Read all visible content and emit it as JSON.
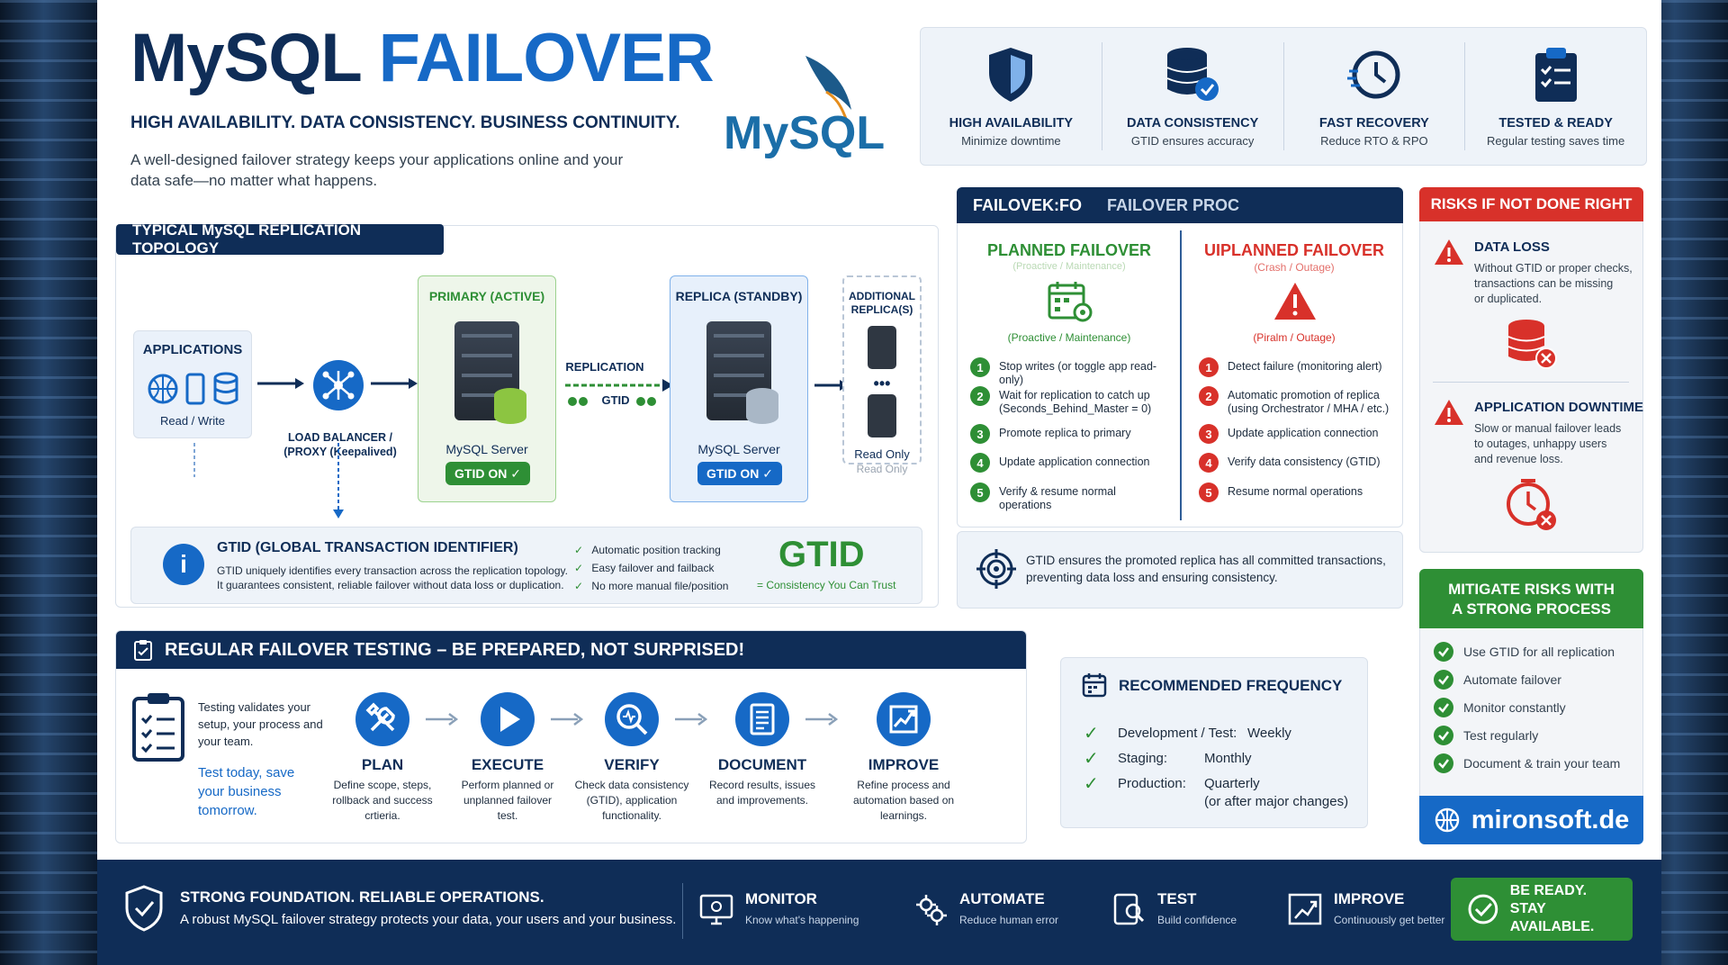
{
  "header": {
    "title_part1": "MySQL",
    "title_part2": "FAILOVER",
    "tagline": "HIGH AVAILABILITY. DATA CONSISTENCY. BUSINESS CONTINUITY.",
    "description_line1": "A well-designed failover strategy keeps your applications online and your",
    "description_line2": "data safe—no matter what happens.",
    "logo_text": "MySQL"
  },
  "benefits": [
    {
      "title": "HIGH AVAILABILITY",
      "subtitle": "Minimize downtime",
      "icon": "shield-icon"
    },
    {
      "title": "DATA CONSISTENCY",
      "subtitle": "GTID ensures accuracy",
      "icon": "database-check-icon"
    },
    {
      "title": "FAST RECOVERY",
      "subtitle": "Reduce RTO & RPO",
      "icon": "clock-icon"
    },
    {
      "title": "TESTED & READY",
      "subtitle": "Regular testing saves time",
      "icon": "clipboard-icon"
    }
  ],
  "topology": {
    "title": "TYPICAL MySQL REPLICATION TOPOLOGY",
    "applications_label": "APPLICATIONS",
    "applications_sub": "Read / Write",
    "lb_label_line1": "LOAD BALANCER /",
    "lb_label_line2": "(PROXY (Keepalived)",
    "primary_label": "PRIMARY (ACTIVE)",
    "primary_server": "MySQL Server",
    "primary_gtid": "GTID ON ✓",
    "replication_label": "REPLICATION",
    "replication_gtid": "GTID",
    "replica_label": "REPLICA (STANDBY)",
    "replica_server": "MySQL Server",
    "replica_gtid": "GTID ON ✓",
    "additional_line1": "ADDITIONAL",
    "additional_line2": "REPLICA(S)",
    "read_only": "Read Only",
    "read_only_ghost": "Read Only"
  },
  "gtid": {
    "title": "GTID (GLOBAL TRANSACTION IDENTIFIER)",
    "line1": "GTID uniquely identifies every transaction across the replication topology.",
    "line2": "It guarantees consistent, reliable failover without data loss or duplication.",
    "checks": [
      "Automatic position tracking",
      "Easy failover and failback",
      "No more manual file/position"
    ],
    "big": "GTID",
    "tagline": "= Consistency You Can Trust"
  },
  "process": {
    "title_left": "FAILOVEK:FO",
    "title_right": "FAILOVER PROC",
    "planned_title": "PLANNED FAILOVER",
    "planned_ghost": "(Proactive / Maintenance)",
    "planned_sub": "(Proactive / Maintenance)",
    "planned_steps": [
      "Stop writes (or toggle app read-only)",
      "Wait for replication to catch up|(Seconds_Behind_Master = 0)",
      "Promote replica to primary",
      "Update application connection",
      "Verify & resume normal operations"
    ],
    "unplanned_title": "UIPLANNED FAILOVER",
    "unplanned_ghost": "(Crash / Outage)",
    "unplanned_sub": "(Piralm / Outage)",
    "unplanned_steps": [
      "Detect failure (monitoring alert)",
      "Automatic promotion of replica|(using Orchestrator / MHA / etc.)",
      "Update application connection",
      "Verify data consistency (GTID)",
      "Resume normal operations"
    ],
    "note_line1": "GTID ensures the promoted replica has all committed transactions,",
    "note_line2": "preventing data loss and ensuring consistency."
  },
  "risks": {
    "title": "RISKS IF NOT DONE RIGHT",
    "items": [
      {
        "title": "DATA LOSS",
        "text": "Without GTID or proper checks,|transactions can be missing|or duplicated."
      },
      {
        "title": "APPLICATION DOWNTIME",
        "text": "Slow or manual failover leads|to outages, unhappy users|and revenue loss."
      }
    ]
  },
  "mitigate": {
    "title_line1": "MITIGATE RISKS WITH",
    "title_line2": "A STRONG PROCESS",
    "items": [
      "Use GTID for all replication",
      "Automate failover",
      "Monitor constantly",
      "Test regularly",
      "Document & train your team"
    ],
    "brand": "mironsoft.de"
  },
  "testing": {
    "title": "REGULAR FAILOVER TESTING – BE PREPARED, NOT SURPRISED!",
    "intro": "Testing validates your|setup, your process and|your team.",
    "cta": "Test today, save|your business|tomorrow.",
    "steps": [
      {
        "title": "PLAN",
        "text": "Define scope, steps,|rollback and success|crtieria.",
        "icon": "tools-icon"
      },
      {
        "title": "EXECUTE",
        "text": "Perform planned or|unplanned failover|test.",
        "icon": "play-icon"
      },
      {
        "title": "VERIFY",
        "text": "Check data consistency|(GTID), application|functionality.",
        "icon": "magnifier-icon"
      },
      {
        "title": "DOCUMENT",
        "text": "Record results, issues|and improvements.",
        "icon": "document-icon"
      },
      {
        "title": "IMPROVE",
        "text": "Refine process and|automation based on|learnings.",
        "icon": "chart-icon"
      }
    ]
  },
  "frequency": {
    "title": "RECOMMENDED FREQUENCY",
    "rows": [
      {
        "env": "Development / Test:",
        "value": "Weekly"
      },
      {
        "env": "Staging:",
        "value": "Monthly"
      },
      {
        "env": "Production:",
        "value": "Quarterly"
      }
    ],
    "note": "(or after major changes)"
  },
  "footer": {
    "headline": "STRONG FOUNDATION. RELIABLE OPERATIONS.",
    "subline": "A robust MySQL failover strategy protects your data, your users and your business.",
    "items": [
      {
        "title": "MONITOR",
        "sub": "Know what's happening",
        "icon": "monitor-icon"
      },
      {
        "title": "AUTOMATE",
        "sub": "Reduce human error",
        "icon": "gears-icon"
      },
      {
        "title": "TEST",
        "sub": "Build confidence",
        "icon": "test-icon"
      },
      {
        "title": "IMPROVE",
        "sub": "Continuously get better",
        "icon": "growth-icon"
      }
    ],
    "cta_line1": "BE READY.",
    "cta_line2": "STAY AVAILABLE."
  }
}
